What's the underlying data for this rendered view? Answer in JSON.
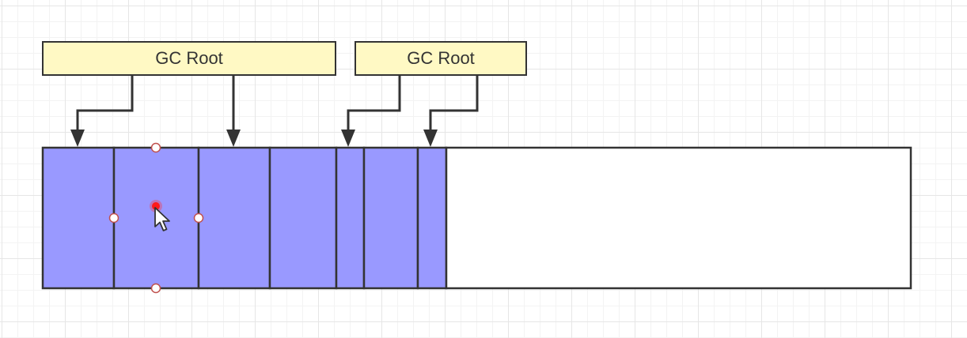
{
  "gc_roots": [
    {
      "label": "GC Root"
    },
    {
      "label": "GC Root"
    }
  ],
  "colors": {
    "used_block": "#9999ff",
    "free_space": "#ffffff",
    "root_fill": "#fff9c4",
    "stroke": "#333333",
    "selection_dot": "#ff2020"
  },
  "memory": {
    "blocks": [
      {
        "state": "used"
      },
      {
        "state": "used",
        "selected": true
      },
      {
        "state": "used"
      },
      {
        "state": "used"
      },
      {
        "state": "used"
      },
      {
        "state": "used"
      },
      {
        "state": "used"
      },
      {
        "state": "free"
      }
    ]
  }
}
